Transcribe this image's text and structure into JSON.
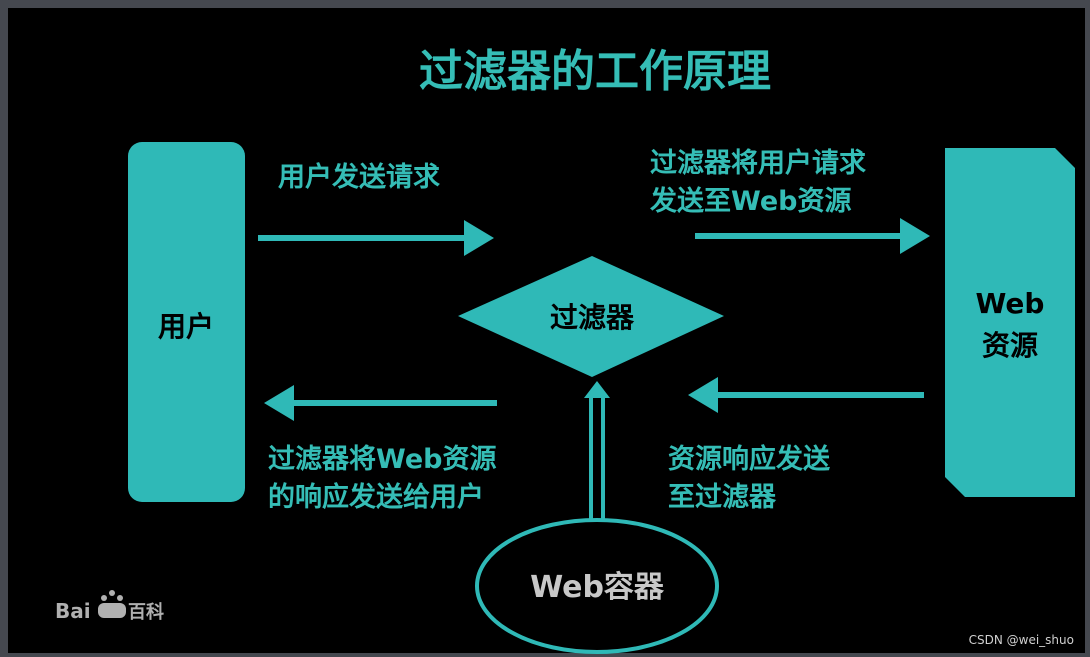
{
  "title": "过滤器的工作原理",
  "nodes": {
    "user": "用户",
    "filter": "过滤器",
    "web_resource_line1": "Web",
    "web_resource_line2": "资源",
    "container": "Web容器"
  },
  "labels": {
    "user_request": "用户发送请求",
    "forward_line1": "过滤器将用户请求",
    "forward_line2": "发送至Web资源",
    "response_to_user_line1": "过滤器将Web资源",
    "response_to_user_line2": "的响应发送给用户",
    "resource_response_line1": "资源响应发送",
    "resource_response_line2": "至过滤器"
  },
  "watermarks": {
    "baidu_logo": "Bai百科",
    "csdn": "CSDN @wei_shuo"
  },
  "colors": {
    "accent": "#2fb9b7",
    "background": "#000000",
    "frame": "#45484f"
  }
}
